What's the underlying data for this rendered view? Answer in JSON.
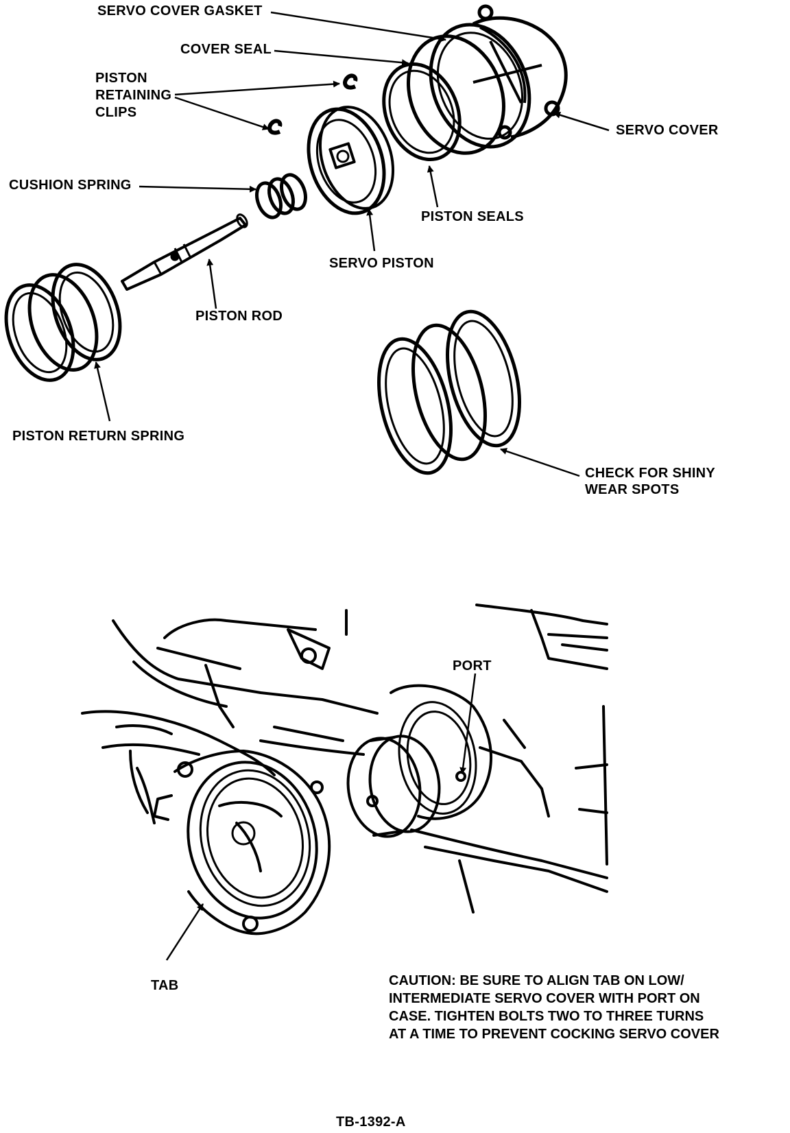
{
  "labels": {
    "servo_cover_gasket": "SERVO COVER GASKET",
    "cover_seal": "COVER SEAL",
    "piston_retaining_clips": [
      "PISTON",
      "RETAINING",
      "CLIPS"
    ],
    "servo_cover": "SERVO COVER",
    "cushion_spring": "CUSHION SPRING",
    "piston_seals": "PISTON SEALS",
    "servo_piston": "SERVO PISTON",
    "piston_rod": "PISTON ROD",
    "piston_return_spring": "PISTON RETURN SPRING",
    "check_wear": [
      "CHECK FOR SHINY",
      "WEAR SPOTS"
    ],
    "port": "PORT",
    "tab": "TAB"
  },
  "caution": [
    "CAUTION: BE SURE TO ALIGN TAB ON LOW/",
    "INTERMEDIATE SERVO COVER WITH PORT ON",
    "CASE. TIGHTEN BOLTS TWO TO THREE TURNS",
    "AT A TIME TO PREVENT COCKING SERVO COVER"
  ],
  "figure_id": "TB-1392-A"
}
